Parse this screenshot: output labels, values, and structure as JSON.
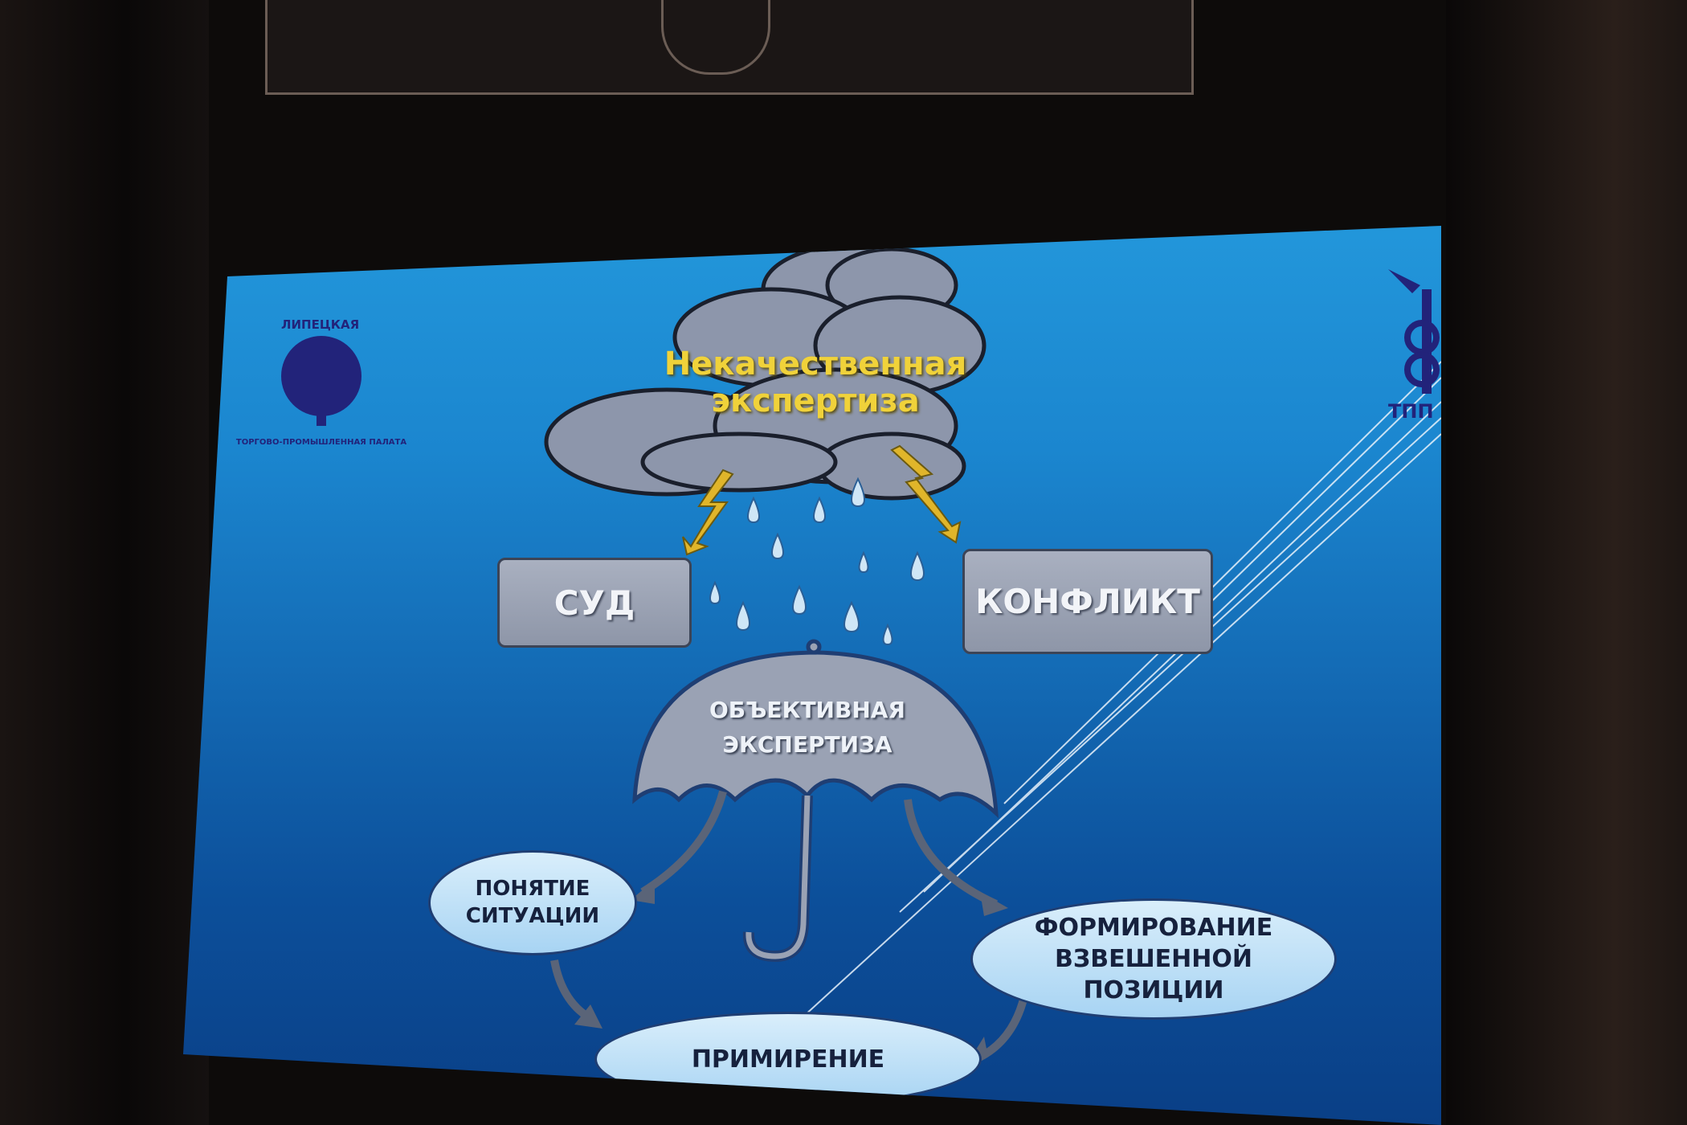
{
  "slide": {
    "logo_left": {
      "name": "ЛИПЕЦКАЯ ТОРГОВО-ПРОМЫШЛЕННАЯ ПАЛАТА",
      "top": "ЛИПЕЦКАЯ",
      "bottom": "ТОРГОВО-ПРОМЫШЛЕННАЯ ПАЛАТА"
    },
    "logo_right": {
      "name": "ТПП Р"
    },
    "cloud": {
      "line1": "Некачественная",
      "line2": "экспертиза"
    },
    "box_left": "СУД",
    "box_right": "КОНФЛИКТ",
    "umbrella": {
      "line1": "ОБЪЕКТИВНАЯ",
      "line2": "ЭКСПЕРТИЗА"
    },
    "ellipse_left": {
      "line1": "ПОНЯТИЕ",
      "line2": "СИТУАЦИИ"
    },
    "ellipse_right": {
      "line1": "ФОРМИРОВАНИЕ",
      "line2": "ВЗВЕШЕННОЙ",
      "line3": "ПОЗИЦИИ"
    },
    "ellipse_bottom": "ПРИМИРЕНИЕ",
    "colors": {
      "background": "#1b86cf",
      "cloud_text": "#f0d23a",
      "box": "#9aa2b4",
      "ellipse": "#c4e4f8",
      "logo": "#22237a"
    }
  }
}
